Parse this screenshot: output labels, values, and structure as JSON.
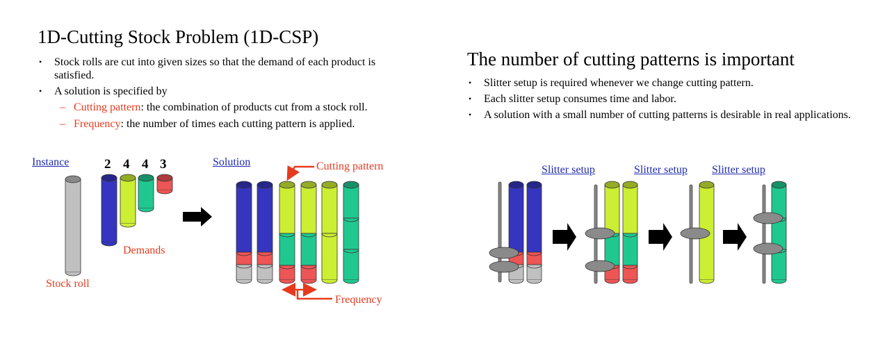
{
  "left": {
    "title": "1D-Cutting Stock Problem (1D-CSP)",
    "bullets": [
      "Stock rolls are cut into given sizes so that the demand of each product is satisfied.",
      "A solution is specified by"
    ],
    "sub_items": [
      {
        "term": "Cutting pattern",
        "text": ": the combination of products cut from a stock roll."
      },
      {
        "term": "Frequency",
        "text": ": the number of times each cutting pattern is applied."
      }
    ],
    "instance_label": "Instance",
    "demands": [
      "2",
      "4",
      "4",
      "3"
    ],
    "demands_label": "Demands",
    "stock_roll_label": "Stock roll",
    "solution_label": "Solution",
    "cutting_pattern_label": "Cutting pattern",
    "frequency_label": "Frequency"
  },
  "right": {
    "title": "The number of cutting patterns is important",
    "bullets": [
      "Slitter setup is required whenever we change cutting pattern.",
      "Each slitter setup consumes time and labor.",
      "A solution with a small number of cutting patterns is desirable in real applications."
    ],
    "slitter_labels": [
      "Slitter setup",
      "Slitter setup",
      "Slitter setup"
    ]
  },
  "colors": {
    "blue": "#3535c0",
    "yellow_green": "#ccee33",
    "teal": "#20c890",
    "red_pink": "#ee5555",
    "gray": "#c0c0c0",
    "accent_red": "#e63a1f",
    "link_blue": "#1f2bb0"
  }
}
